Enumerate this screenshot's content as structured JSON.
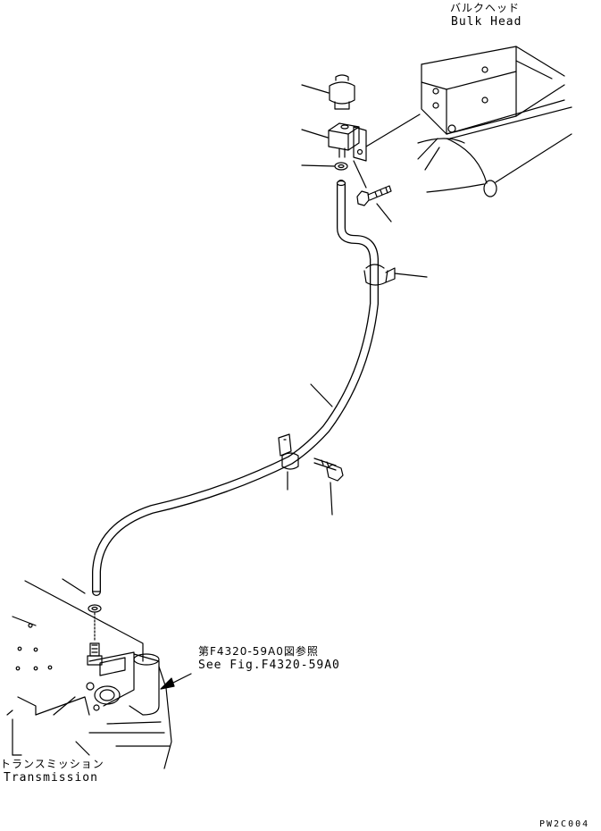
{
  "labels": {
    "bulkhead_jp": "バルクヘッド",
    "bulkhead_en": "Bulk Head",
    "reference_jp": "第F4320-59A0図参照",
    "reference_en": "See Fig.F4320-59A0",
    "transmission_jp": "トランスミッション",
    "transmission_en": "Transmission",
    "drawing_code": "PW2C004"
  }
}
